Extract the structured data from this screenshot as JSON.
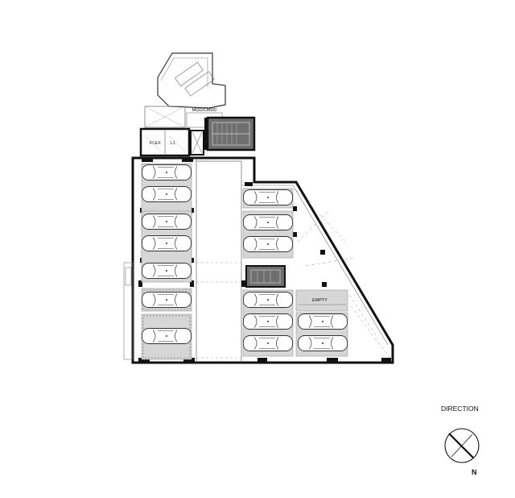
{
  "labels": {
    "mdd": "MDD/CMDD",
    "flex": "FLEX",
    "l1": "L1",
    "empty": "EMPTY",
    "direction": "DIRECTION",
    "north": "N"
  },
  "colors": {
    "wall": "#111111",
    "parking_bay": "#d6d6d6",
    "stair_core": "#6f6f6f",
    "dashed": "#9a9a9a",
    "car_outline": "#333333"
  },
  "icons": [
    "car-icon",
    "compass-icon",
    "stair-icon",
    "elevator-icon"
  ]
}
